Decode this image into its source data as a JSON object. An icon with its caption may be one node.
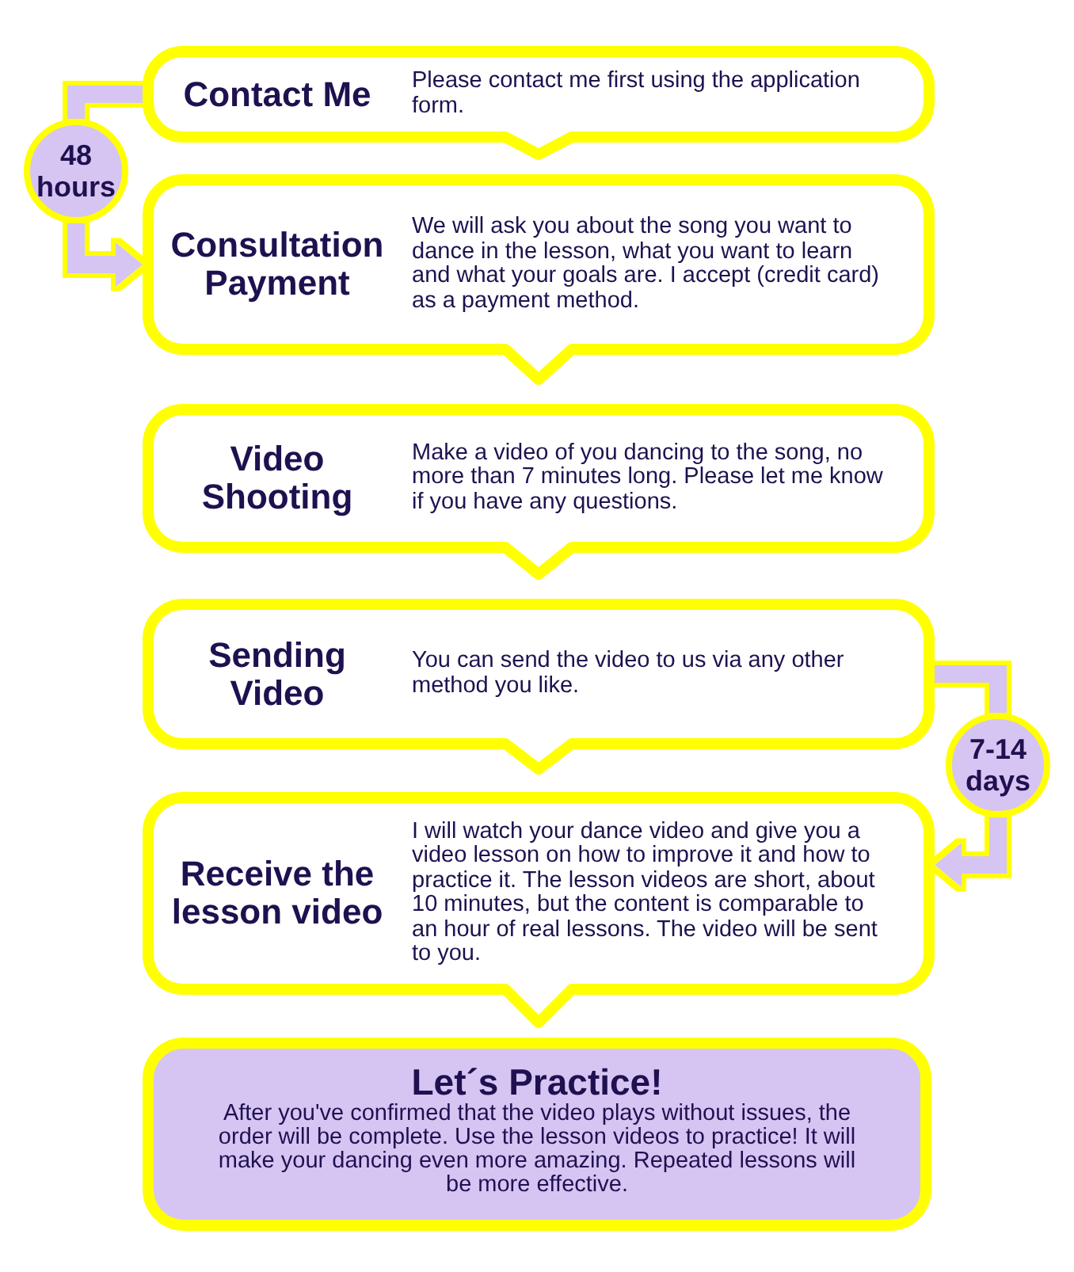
{
  "diagram": {
    "nodes": [
      {
        "text": [
          "Contact Me",
          "Please contact me first using the application form."
        ]
      },
      {
        "text": [
          "48 hours"
        ]
      },
      {
        "text": [
          "Consultation Payment",
          "We will ask you about the song you want to dance in the lesson, what you want to learn and what your goals are. I accept (credit card) as a payment method."
        ]
      },
      {
        "text": [
          "Video Shooting",
          "Make a video of you dancing to the song, no more than 7 minutes long. Please let me know if you have any questions."
        ]
      },
      {
        "text": [
          "Sending Video",
          "You can send the video to us via any other method you like."
        ]
      },
      {
        "text": [
          "7-14 days"
        ]
      },
      {
        "text": [
          "Receive the lesson video",
          "I will watch your dance video and give you a video lesson on how to improve it and how to practice it. The lesson videos are short, about 10 minutes, but the content is comparable to an hour of real lessons. The video will be sent to you."
        ]
      },
      {
        "text": [
          "Let´s Practice!",
          "After you've confirmed that the video plays without issues, the order will be complete. Use the lesson videos to practice! It will make your dancing even more amazing. Repeated lessons will be more effective."
        ]
      }
    ],
    "edges": [
      {
        "from": 0,
        "to": 1,
        "arrow": "none"
      },
      {
        "from": 1,
        "to": 2,
        "arrow": "to"
      },
      {
        "from": 4,
        "to": 5,
        "arrow": "none"
      },
      {
        "from": 5,
        "to": 6,
        "arrow": "to"
      }
    ]
  }
}
